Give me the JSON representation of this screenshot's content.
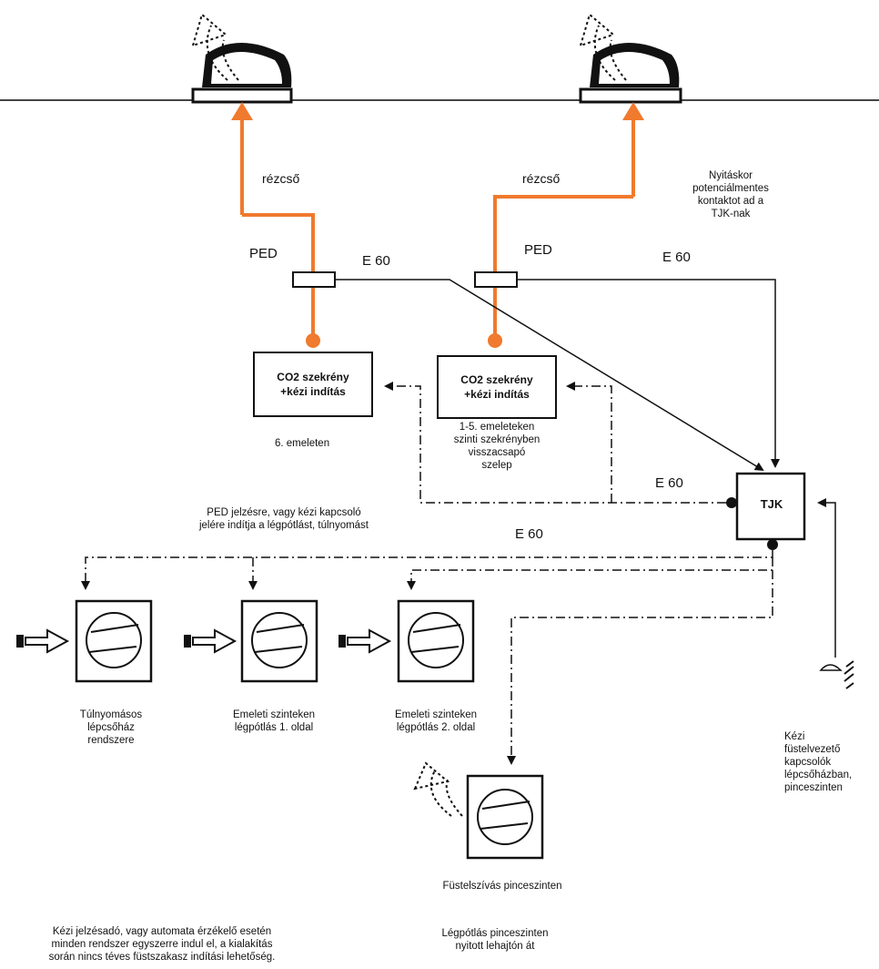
{
  "labels": {
    "pipe_left": "rézcső",
    "pipe_right": "rézcső",
    "ped_left": "PED",
    "ped_right": "PED",
    "e60_top_left": "E 60",
    "e60_top_right": "E 60",
    "e60_mid": "E 60",
    "e60_lower": "E 60",
    "contact_note": [
      "Nyitáskor",
      "potenciálmentes",
      "kontaktot ad a",
      "TJK-nak"
    ],
    "co2_left": [
      "CO2 szekrény",
      "+kézi indítás"
    ],
    "co2_right": [
      "CO2 szekrény",
      "+kézi indítás"
    ],
    "floor6": "6. emeleten",
    "floors_1_5": [
      "1-5. emeleteken",
      "szinti szekrényben",
      "visszacsapó",
      "szelep"
    ],
    "tjk": "TJK",
    "ped_signal_note": [
      "PED jelzésre, vagy kézi kapcsoló",
      "jelére indítja a légpótlást, túlnyomást"
    ],
    "fan1": [
      "Túlnyomásos",
      "lépcsőház",
      "rendszere"
    ],
    "fan2": [
      "Emeleti szinteken",
      "légpótlás 1. oldal"
    ],
    "fan3": [
      "Emeleti szinteken",
      "légpótlás 2. oldal"
    ],
    "fan4": "Füstelszívás pinceszinten",
    "manual_switch": [
      "Kézi",
      "füstelvezető",
      "kapcsolók",
      "lépcsőházban,",
      "pinceszinten"
    ],
    "bottom_left": [
      "Kézi jelzésadó, vagy automata érzékelő esetén",
      "minden rendszer egyszerre indul el, a kialakítás",
      "során nincs téves füstszakasz indítási lehetőség."
    ],
    "bottom_right": [
      "Légpótlás pinceszinten",
      "nyitott lehajtón át"
    ]
  },
  "colors": {
    "pipe": "#f07a2e",
    "line": "#111111"
  }
}
